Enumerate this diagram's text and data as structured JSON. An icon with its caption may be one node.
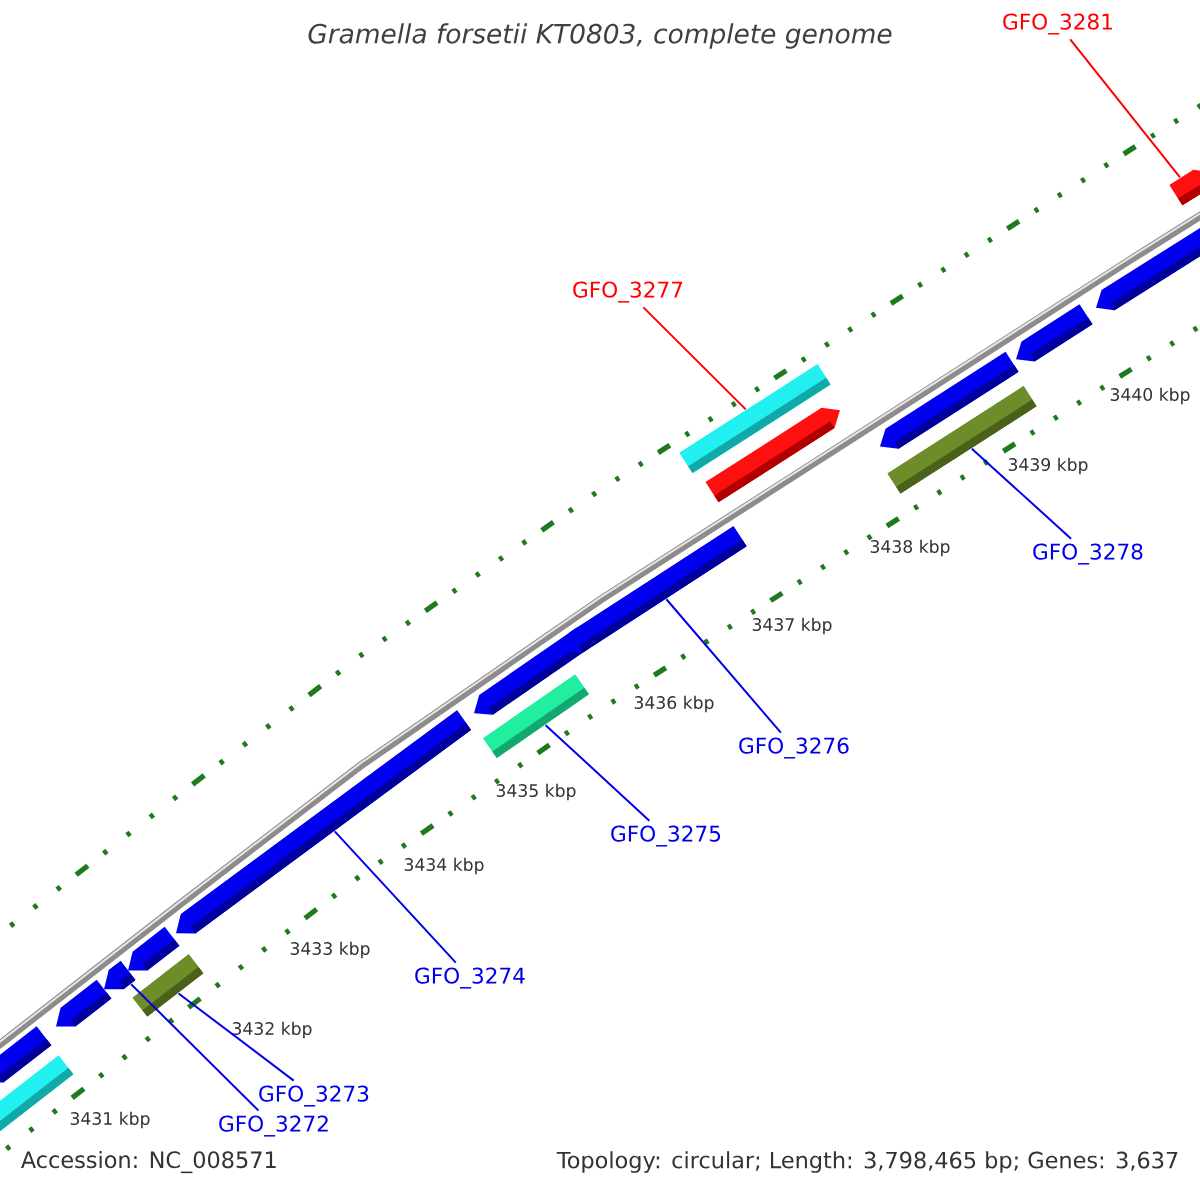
{
  "diagram": {
    "title": "Gramella forsetii KT0803, complete genome",
    "nodes": [
      {
        "text": [
          "GFO_3281"
        ]
      },
      {
        "text": [
          "GFO_3277"
        ]
      },
      {
        "text": [
          "GFO_3278"
        ]
      },
      {
        "text": [
          "GFO_3276"
        ]
      },
      {
        "text": [
          "GFO_3275"
        ]
      },
      {
        "text": [
          "GFO_3274"
        ]
      },
      {
        "text": [
          "GFO_3273"
        ]
      },
      {
        "text": [
          "GFO_3272"
        ]
      },
      {
        "text": [],
        "shape": "bar"
      },
      {
        "text": [],
        "shape": "bar"
      },
      {
        "text": [],
        "shape": "bar"
      },
      {
        "text": [],
        "shape": "bar"
      },
      {
        "text": [],
        "shape": "bar"
      },
      {
        "text": [],
        "shape": "bar"
      },
      {
        "text": [],
        "shape": "bar"
      },
      {
        "text": [],
        "shape": "bar"
      }
    ],
    "edges": [
      {
        "from": 0,
        "to": 15,
        "arrow": "none",
        "color": "#ff0000"
      },
      {
        "from": 1,
        "to": 13,
        "arrow": "none",
        "color": "#ff0000"
      },
      {
        "from": 2,
        "to": 14,
        "arrow": "none"
      },
      {
        "from": 3,
        "to": 12,
        "arrow": "none"
      },
      {
        "from": 4,
        "to": 11,
        "arrow": "none"
      },
      {
        "from": 5,
        "to": 10,
        "arrow": "none"
      },
      {
        "from": 6,
        "to": 9,
        "arrow": "none"
      },
      {
        "from": 7,
        "to": 8,
        "arrow": "none"
      }
    ],
    "labels": [
      "3440 kbp",
      "3439 kbp",
      "3438 kbp",
      "3437 kbp",
      "3436 kbp",
      "3435 kbp",
      "3434 kbp",
      "3433 kbp",
      "3432 kbp",
      "3431 kbp",
      "Accession: NC_008571",
      "Topology: circular; Length: 3,798,465 bp; Genes: 3,637"
    ]
  }
}
